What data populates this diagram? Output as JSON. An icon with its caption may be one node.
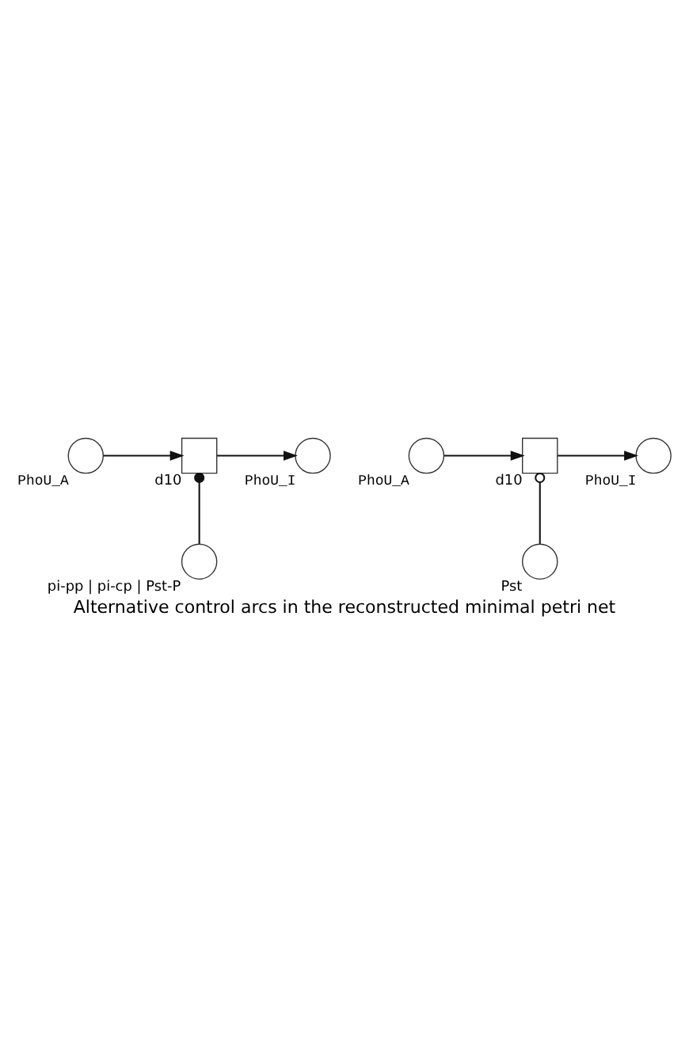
{
  "diagram": {
    "caption": "Alternative control arcs in the reconstructed minimal petri net",
    "nodes": [
      {
        "text": [],
        "shape": "circle",
        "beside": [
          "PhoU_A"
        ]
      },
      {
        "text": [],
        "shape": "box",
        "beside": [
          "d10"
        ]
      },
      {
        "text": [],
        "shape": "circle",
        "beside": [
          "PhoU_I"
        ]
      },
      {
        "text": [],
        "shape": "circle",
        "beside": [
          "pi-pp | pi-cp | Pst-P"
        ]
      },
      {
        "text": [],
        "shape": "circle",
        "beside": [
          "PhoU_A"
        ]
      },
      {
        "text": [],
        "shape": "box",
        "beside": [
          "d10"
        ]
      },
      {
        "text": [],
        "shape": "circle",
        "beside": [
          "PhoU_I"
        ]
      },
      {
        "text": [],
        "shape": "circle",
        "beside": [
          "Pst"
        ]
      }
    ],
    "edges": [
      {
        "from": 0,
        "to": 1,
        "arrow": "to"
      },
      {
        "from": 1,
        "to": 2,
        "arrow": "to"
      },
      {
        "from": 3,
        "to": 1,
        "arrow": "other"
      },
      {
        "from": 4,
        "to": 5,
        "arrow": "to"
      },
      {
        "from": 5,
        "to": 6,
        "arrow": "to"
      },
      {
        "from": 7,
        "to": 5,
        "arrow": "other"
      }
    ]
  }
}
